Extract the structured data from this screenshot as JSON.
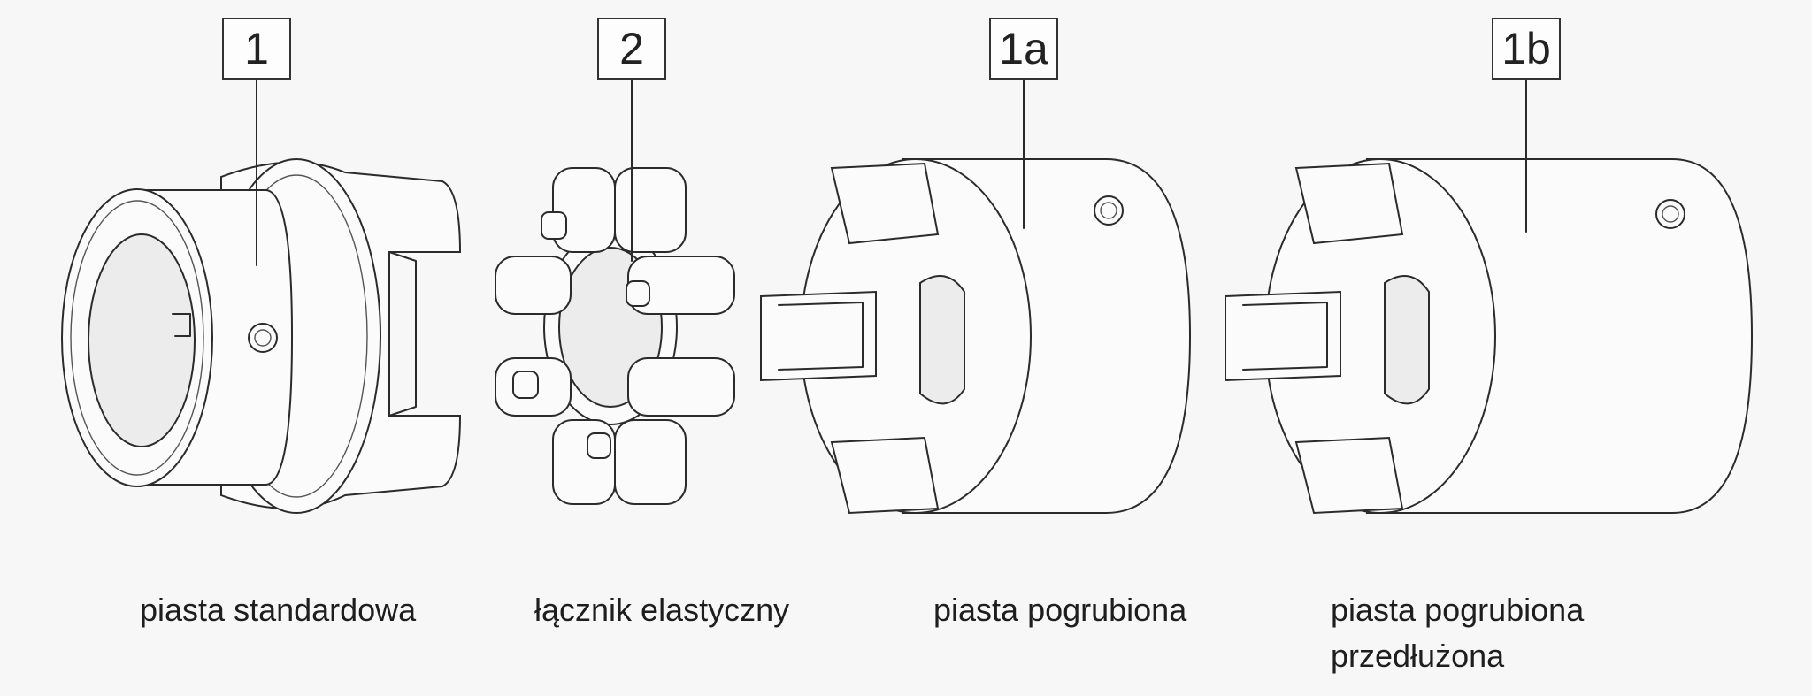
{
  "parts": [
    {
      "number": "1",
      "caption": [
        "piasta standardowa"
      ]
    },
    {
      "number": "2",
      "caption": [
        "łącznik elastyczny"
      ]
    },
    {
      "number": "1a",
      "caption": [
        "piasta pogrubiona"
      ]
    },
    {
      "number": "1b",
      "caption": [
        "piasta pogrubiona",
        "przedłużona"
      ]
    }
  ],
  "colors": {
    "line": "#2b2b2b",
    "background": "#f7f7f7"
  }
}
